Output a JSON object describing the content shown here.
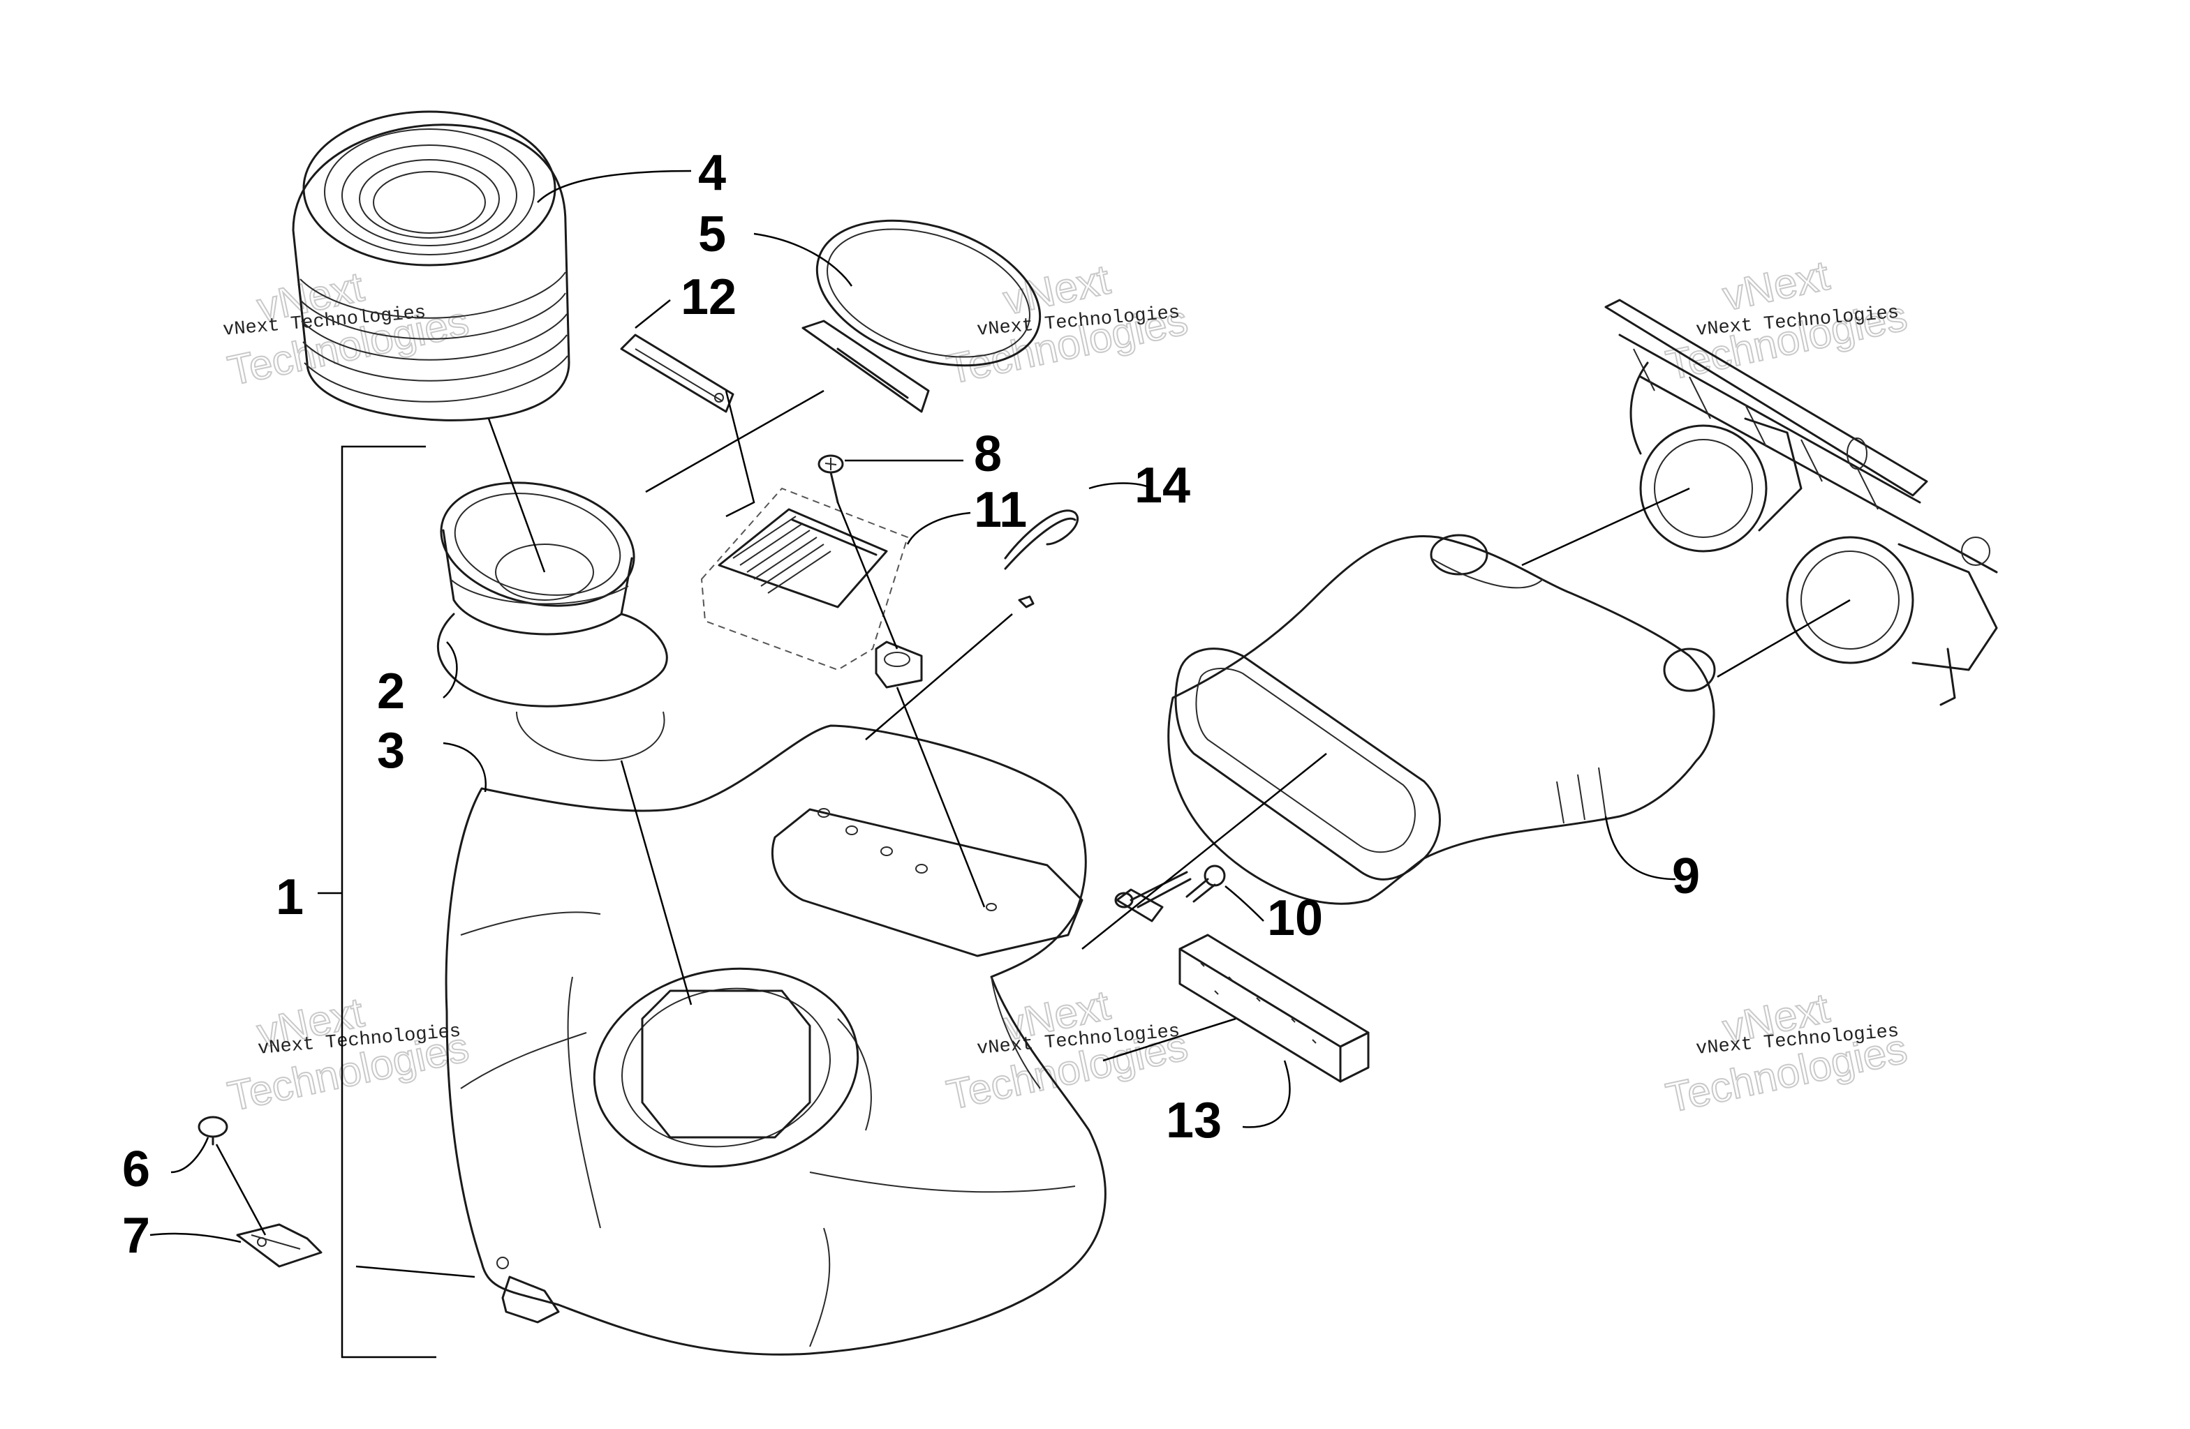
{
  "diagram": {
    "callouts": {
      "c1": "1",
      "c2": "2",
      "c3": "3",
      "c4": "4",
      "c5": "5",
      "c6": "6",
      "c7": "7",
      "c8": "8",
      "c9": "9",
      "c10": "10",
      "c11": "11",
      "c12": "12",
      "c13": "13",
      "c14": "14"
    },
    "watermark": {
      "line": "vNext Technologies",
      "big_a": "vNext",
      "big_b": "Technologies"
    }
  }
}
